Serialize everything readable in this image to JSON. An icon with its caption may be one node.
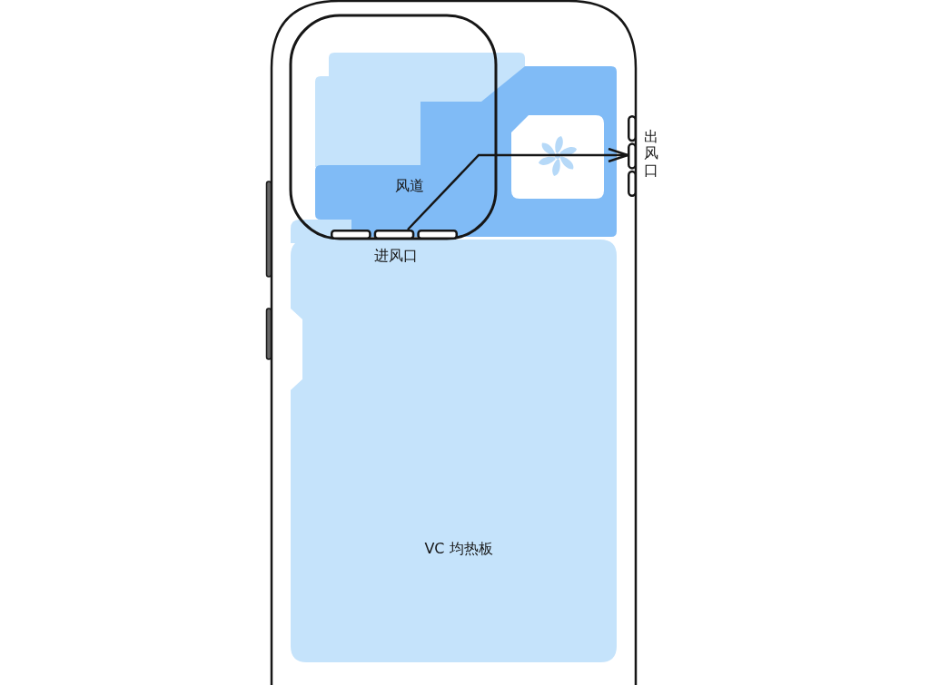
{
  "diagram": {
    "nodes": [
      {
        "text": [
          "风道"
        ]
      },
      {
        "text": [],
        "shape": "bar",
        "in": 0
      },
      {
        "text": [],
        "shape": "bar",
        "beside": [
          "出风口"
        ]
      },
      {
        "text": [
          "VC 均热板"
        ]
      }
    ],
    "edges": [
      {
        "from": 1,
        "to": 2,
        "arrow": "to"
      }
    ],
    "labels": [
      "进风口"
    ]
  }
}
